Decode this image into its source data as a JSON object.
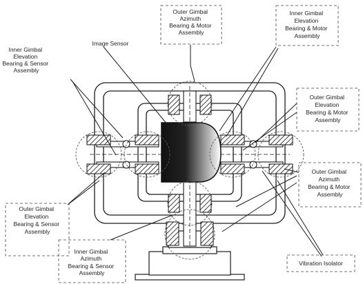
{
  "labels": {
    "outer_az_top": [
      "Outer Gimbal",
      "Azimuth",
      "Bearing & Motor",
      "Assembly"
    ],
    "inner_el_motor": [
      "Inner Gimbal",
      "Elevation",
      "Bearing & Motor",
      "Assembly"
    ],
    "image_sensor": [
      "Image Sensor"
    ],
    "inner_el_sensor": [
      "Inner Gimbal",
      "Elevation",
      "Bearing & Sensor",
      "Assembly"
    ],
    "outer_el_motor": [
      "Outer Gimbal",
      "Elevation",
      "Bearing & Motor",
      "Assembly"
    ],
    "outer_az_right": [
      "Outer Gimbal",
      "Azimuth",
      "Bearing & Motor",
      "Assembly"
    ],
    "outer_el_sensor": [
      "Outer Gimbal",
      "Elevation",
      "Bearing & Sensor",
      "Assembly"
    ],
    "inner_az_sensor": [
      "Inner Gimbal",
      "Azimuth",
      "Bearing & Sensor",
      "Assembly"
    ],
    "vibration_isolator": [
      "Vibration Isolator"
    ]
  },
  "colors": {
    "line": "#1a1a1a",
    "sensor_dark": "#111111",
    "sensor_light": "#ffffff",
    "dashed": "#555555"
  }
}
